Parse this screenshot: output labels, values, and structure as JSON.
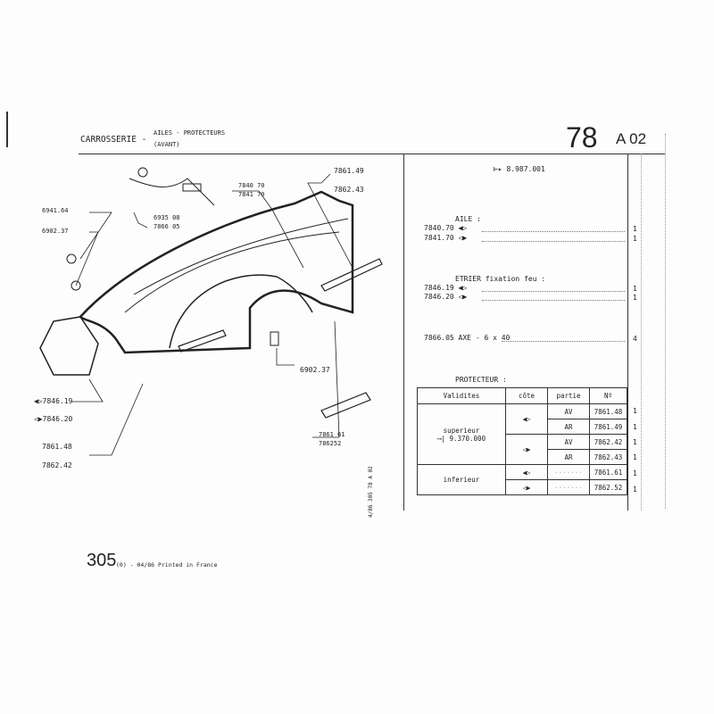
{
  "header": {
    "section": "CARROSSERIE -",
    "subtitle1": "AILES - PROTECTEURS",
    "subtitle2": "(AVANT)",
    "group": "78",
    "code": "A 02"
  },
  "right": {
    "serial_from": "8.987.001",
    "aile": {
      "title": "AILE :",
      "items": [
        {
          "ref": "7840.70",
          "side": "left",
          "qty": "1"
        },
        {
          "ref": "7841.70",
          "side": "right",
          "qty": "1"
        }
      ]
    },
    "etrier": {
      "title": "ETRIER fixation feu :",
      "items": [
        {
          "ref": "7846.19",
          "side": "left",
          "qty": "1"
        },
        {
          "ref": "7846.20",
          "side": "right",
          "qty": "1"
        }
      ]
    },
    "axe": {
      "ref": "7866.05",
      "label": "AXE - 6 x 40",
      "qty": "4"
    },
    "protecteur": {
      "title": "PROTECTEUR :",
      "headers": [
        "Validites",
        "côte",
        "partie",
        "Nº"
      ],
      "superieur": "superieur",
      "superieur_serial": "9.370.000",
      "inferieur": "inferieur",
      "rows": [
        {
          "partie": "AV",
          "ref": "7861.48",
          "qty": "1"
        },
        {
          "partie": "AR",
          "ref": "7861.49",
          "qty": "1"
        },
        {
          "partie": "AV",
          "ref": "7862.42",
          "qty": "1"
        },
        {
          "partie": "AR",
          "ref": "7862.43",
          "qty": "1"
        },
        {
          "partie": "",
          "ref": "7861.61",
          "qty": "1"
        },
        {
          "partie": "",
          "ref": "7862.52",
          "qty": "1"
        }
      ]
    }
  },
  "diagram": {
    "labels": [
      "6941.64",
      "6902.37",
      "6935 08",
      "7866 05",
      "7840 70",
      "7841 70",
      "7861.49",
      "7862.43",
      "7846.19",
      "7846.20",
      "7861.48",
      "7862.42",
      "6902.37",
      "7861 61",
      "786252"
    ]
  },
  "footer": {
    "page": "305",
    "print": "(0) - 04/86 Printed in France",
    "vertical": "4/86 305 78 A 02"
  }
}
